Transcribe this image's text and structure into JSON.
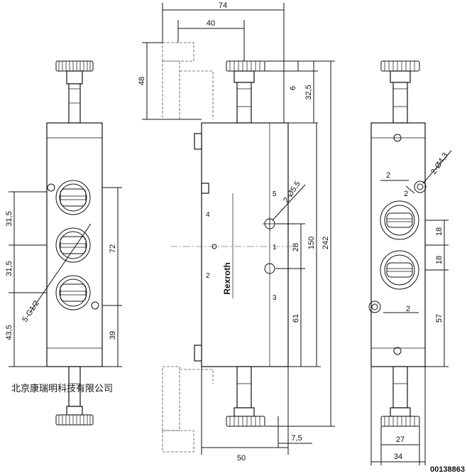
{
  "dimensions": {
    "left_view": {
      "spacing_top": "31,5",
      "spacing_mid": "31,5",
      "spacing_bottom": "43,5",
      "center_span": "72",
      "bottom_span": "39",
      "thread": "5-G1/2"
    },
    "front_view": {
      "total_width": "74",
      "inner_width": "40",
      "knob_height": "48",
      "top_offset": "6",
      "top_offset2": "32,5",
      "hole_spec": "2-Ø5,5",
      "height_mid": "28",
      "height_150": "150",
      "height_242": "242",
      "height_61": "61",
      "body_width": "50",
      "small_offset": "7,5"
    },
    "right_view": {
      "hole_spec": "2-Ø4,3",
      "offset_top": "2",
      "offset_bottom": "2",
      "pitch_top": "18",
      "pitch_mid": "18",
      "pitch_57": "57",
      "width_27": "27",
      "width_34": "34"
    }
  },
  "ports": [
    "5",
    "4",
    "1",
    "2",
    "3"
  ],
  "brand": "Rexroth",
  "company": "北京康瑞明科技有限公司",
  "part_code": "00138863"
}
